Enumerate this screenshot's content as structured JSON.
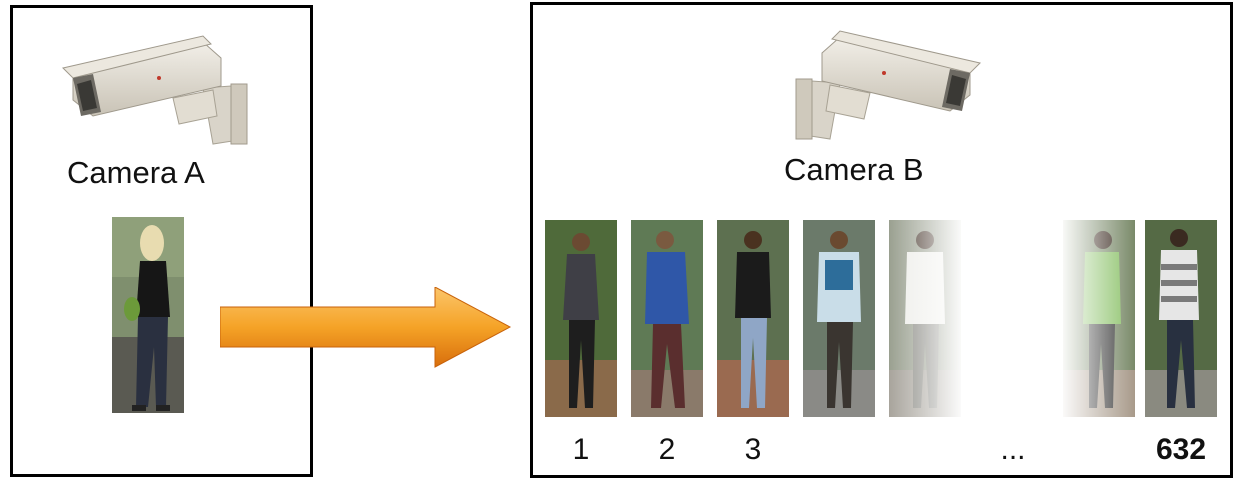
{
  "camera_a": {
    "label": "Camera A"
  },
  "camera_b": {
    "label": "Camera B"
  },
  "gallery": {
    "numbers": [
      "1",
      "2",
      "3"
    ],
    "ellipsis": "...",
    "last": "632"
  },
  "colors": {
    "arrow": "#f5a327",
    "arrow_dark": "#d86e0c",
    "camera_body": "#e6e1d6",
    "border": "#000000"
  },
  "icons": [
    "security-camera-icon",
    "arrow-right-icon"
  ]
}
